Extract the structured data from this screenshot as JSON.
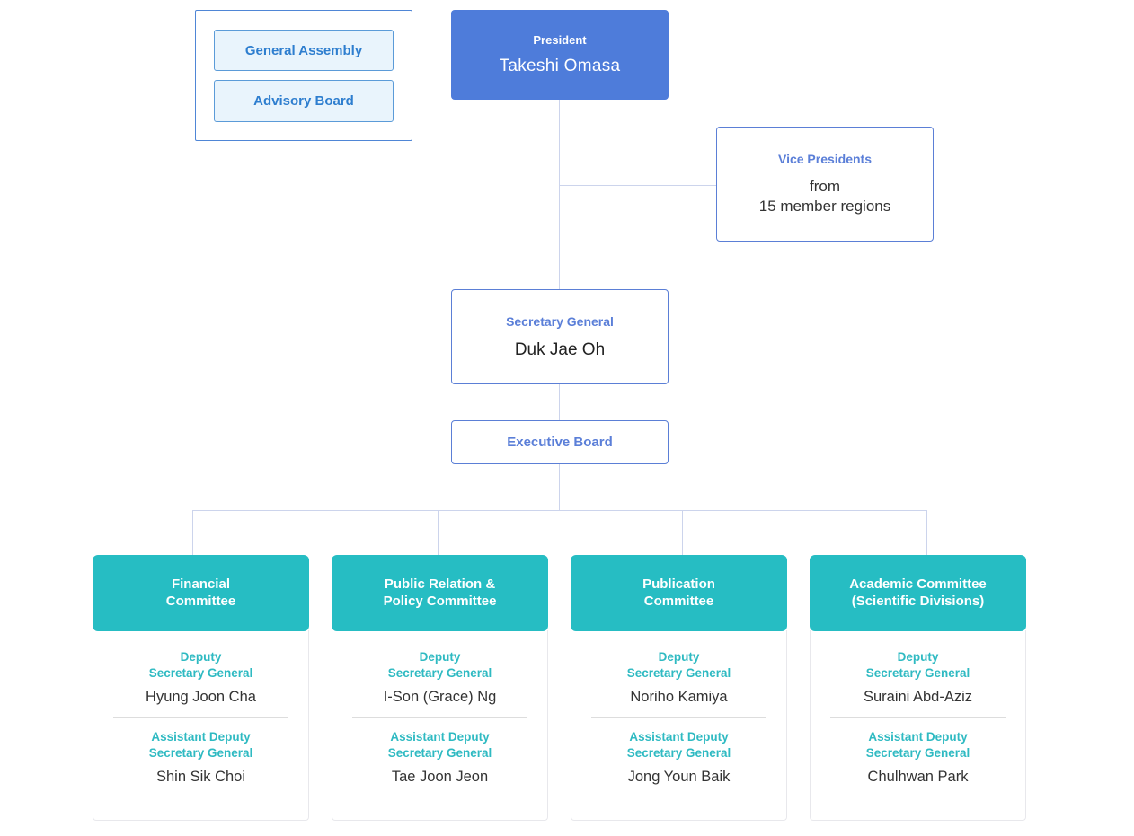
{
  "colors": {
    "president_bg": "#4e7cda",
    "committee_header_bg": "#26bdc3",
    "card_border_blue": "#5b7fd6",
    "panel_border_blue": "#4f86d6",
    "button_bg": "#e9f4fc",
    "button_border": "#5b9bd8",
    "button_text": "#2e7ecf",
    "blue_label_text": "#5b7fd8",
    "teal_label_text": "#2fbac2",
    "connector_line": "#ccd4ec",
    "name_text": "#333333"
  },
  "assembly_panel": {
    "general_assembly_label": "General Assembly",
    "advisory_board_label": "Advisory Board"
  },
  "president": {
    "title": "President",
    "name": "Takeshi Omasa"
  },
  "vice_presidents": {
    "title": "Vice Presidents",
    "subtitle": "from\n15 member regions"
  },
  "secretary_general": {
    "title": "Secretary General",
    "name": "Duk Jae Oh"
  },
  "executive_board": {
    "label": "Executive Board"
  },
  "committees": [
    {
      "title": "Financial\nCommittee",
      "deputy_label": "Deputy\nSecretary General",
      "deputy_name": "Hyung Joon Cha",
      "assistant_label": "Assistant Deputy\nSecretary General",
      "assistant_name": "Shin Sik Choi"
    },
    {
      "title": "Public Relation &\nPolicy Committee",
      "deputy_label": "Deputy\nSecretary General",
      "deputy_name": "I-Son (Grace) Ng",
      "assistant_label": "Assistant Deputy\nSecretary General",
      "assistant_name": "Tae Joon Jeon"
    },
    {
      "title": "Publication\nCommittee",
      "deputy_label": "Deputy\nSecretary General",
      "deputy_name": "Noriho Kamiya",
      "assistant_label": "Assistant Deputy\nSecretary General",
      "assistant_name": "Jong Youn Baik"
    },
    {
      "title": "Academic Committee\n(Scientific Divisions)",
      "deputy_label": "Deputy\nSecretary General",
      "deputy_name": "Suraini Abd-Aziz",
      "assistant_label": "Assistant Deputy\nSecretary General",
      "assistant_name": "Chulhwan Park"
    }
  ]
}
